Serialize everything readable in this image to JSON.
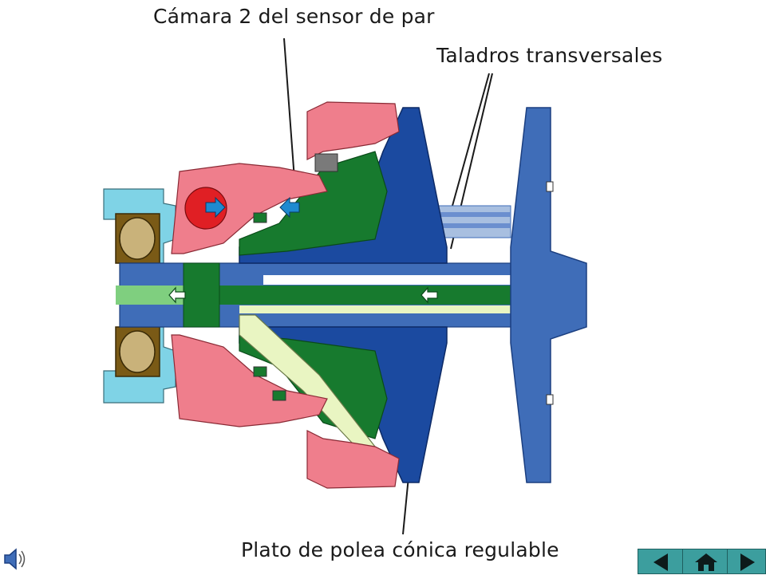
{
  "labels": {
    "top": "Cámara 2 del sensor de par",
    "right": "Taladros transversales",
    "bottom": "Plato de polea cónica regulable"
  },
  "colors": {
    "blue": "#3f6db8",
    "dark_blue": "#1b4aa0",
    "green": "#177a2e",
    "light_green": "#7fcf7f",
    "pale_yellow": "#e9f5c2",
    "pink": "#ef7e8c",
    "red": "#e01f24",
    "cyan": "#7fd3e6",
    "bearing_brown": "#7a5a16",
    "bearing_ball": "#c9b27a",
    "nav_teal": "#3c9e9e"
  },
  "icons": {
    "speaker": "speaker-icon",
    "prev": "triangle-left-icon",
    "home": "home-icon",
    "next": "triangle-right-icon"
  }
}
